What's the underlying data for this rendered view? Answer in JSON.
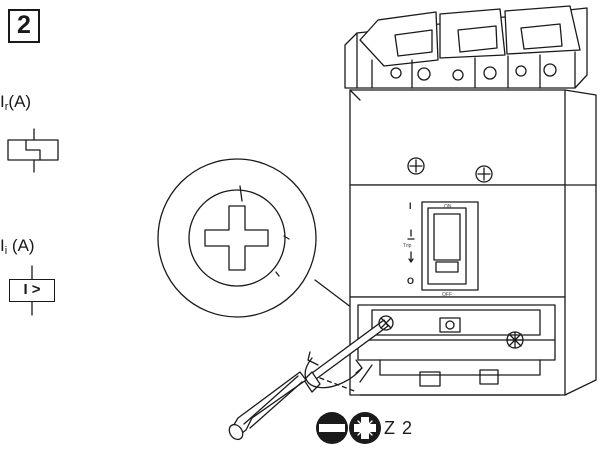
{
  "step_number": "2",
  "ir": {
    "main": "I",
    "sub": "r",
    "unit": "(A)"
  },
  "ii": {
    "main": "I",
    "sub": "i",
    "unit": "(A)"
  },
  "instantaneous_symbol": "I >",
  "switch_labels": {
    "on": "ON",
    "off": "OFF",
    "on_mark": "I",
    "off_mark": "O",
    "trip_label": "Trip"
  },
  "tool_label": "Z 2",
  "colors": {
    "line": "#1a1a1a",
    "background": "#ffffff"
  },
  "icons": [
    "flat-blade-icon",
    "pozidriv-icon",
    "screwdriver-icon",
    "rotation-arrow-icon",
    "cross-slot-screw-icon"
  ]
}
